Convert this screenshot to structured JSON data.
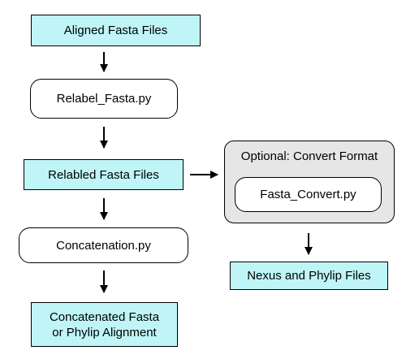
{
  "nodes": {
    "aligned_fasta": "Aligned Fasta Files",
    "relabel_script": "Relabel_Fasta.py",
    "relabeled_files": "Relabled Fasta Files",
    "concatenation_script": "Concatenation.py",
    "concatenated_output": "Concatenated Fasta\nor Phylip Alignment",
    "optional_group_title": "Optional: Convert Format",
    "convert_script": "Fasta_Convert.py",
    "nexus_phylip_files": "Nexus and Phylip Files"
  },
  "colors": {
    "file_fill": "#bff5f7",
    "script_fill": "#ffffff",
    "group_fill": "#e6e6e6",
    "stroke": "#000000"
  }
}
